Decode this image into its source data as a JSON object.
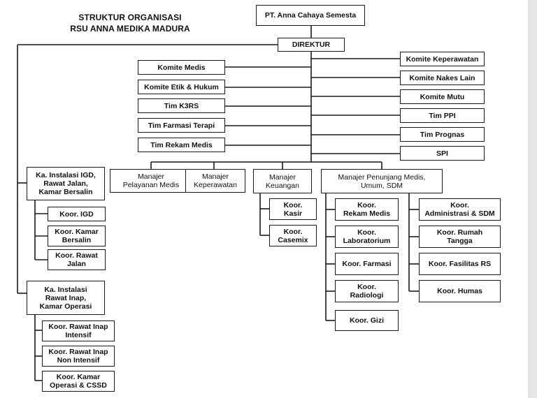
{
  "title": {
    "line1": "STRUKTUR ORGANISASI",
    "line2": "RSU ANNA MEDIKA MADURA"
  },
  "org": {
    "owner": "PT. Anna Cahaya Semesta",
    "director": "DIREKTUR",
    "left_units": [
      "Komite Medis",
      "Komite Etik & Hukum",
      "Tim K3RS",
      "Tim Farmasi Terapi",
      "Tim Rekam Medis"
    ],
    "right_units": [
      "Komite Keperawatan",
      "Komite Nakes Lain",
      "Komite Mutu",
      "Tim PPI",
      "Tim Prognas",
      "SPI"
    ],
    "managers": {
      "pelayanan": "Manajer\nPelayanan Medis",
      "keperawatan": "Manajer\nKeperawatan",
      "keuangan": "Manajer\nKeuangan",
      "penunjang": "Manajer Penunjang Medis,\nUmum, SDM"
    },
    "keuangan_units": [
      "Koor.\nKasir",
      "Koor.\nCasemix"
    ],
    "penunjang_col1": [
      "Koor.\nRekam Medis",
      "Koor.\nLaboratorium",
      "Koor. Farmasi",
      "Koor.\nRadiologi",
      "Koor. Gizi"
    ],
    "penunjang_col2": [
      "Koor.\nAdministrasi & SDM",
      "Koor. Rumah\nTangga",
      "Koor. Fasilitas RS",
      "Koor. Humas"
    ],
    "instalasi_1": {
      "head": "Ka. Instalasi IGD,\nRawat Jalan,\nKamar Bersalin",
      "units": [
        "Koor. IGD",
        "Koor. Kamar\nBersalin",
        "Koor. Rawat\nJalan"
      ]
    },
    "instalasi_2": {
      "head": "Ka. Instalasi\nRawat Inap,\nKamar Operasi",
      "units": [
        "Koor. Rawat Inap\nIntensif",
        "Koor. Rawat Inap\nNon Intensif",
        "Koor. Kamar\nOperasi & CSSD"
      ]
    }
  }
}
